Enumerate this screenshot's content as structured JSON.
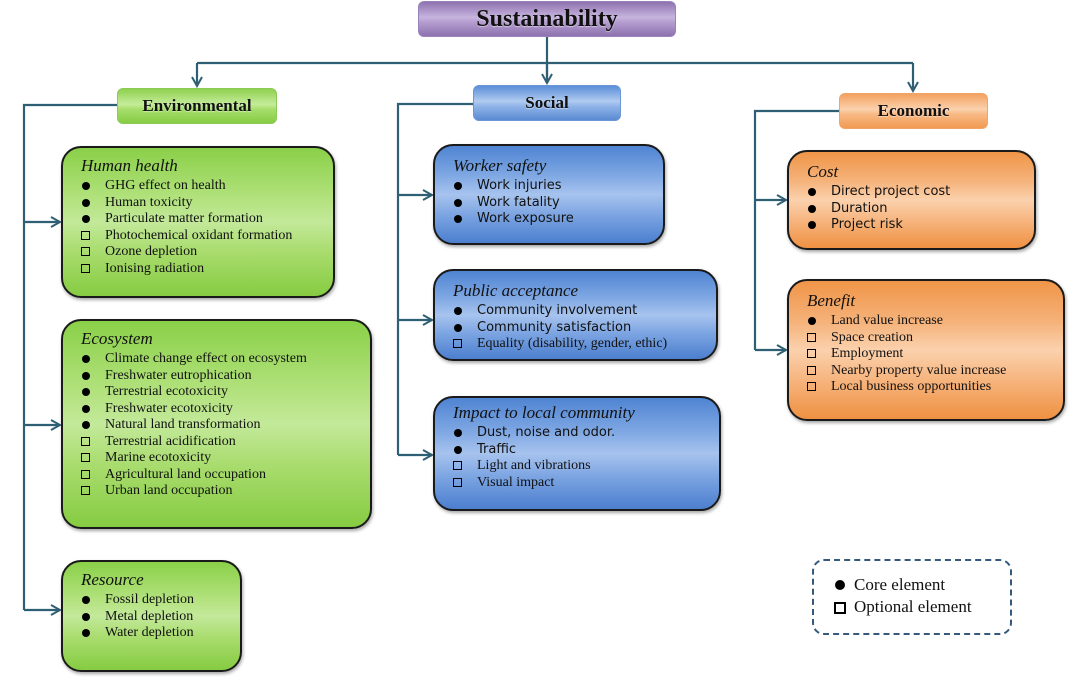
{
  "diagram": {
    "root": {
      "label": "Sustainability",
      "color": "#a88cc8"
    },
    "connector_color": "#2f5f73",
    "categories": [
      {
        "id": "environmental",
        "label": "Environmental",
        "color": "#92d050",
        "groups": [
          {
            "title": "Human health",
            "items": [
              {
                "label": "GHG effect on health",
                "type": "core"
              },
              {
                "label": "Human toxicity",
                "type": "core"
              },
              {
                "label": "Particulate matter formation",
                "type": "core"
              },
              {
                "label": "Photochemical oxidant formation",
                "type": "optional"
              },
              {
                "label": "Ozone depletion",
                "type": "optional"
              },
              {
                "label": "Ionising radiation",
                "type": "optional"
              }
            ]
          },
          {
            "title": "Ecosystem",
            "items": [
              {
                "label": "Climate change effect on ecosystem",
                "type": "core"
              },
              {
                "label": "Freshwater eutrophication",
                "type": "core"
              },
              {
                "label": "Terrestrial ecotoxicity",
                "type": "core"
              },
              {
                "label": "Freshwater ecotoxicity",
                "type": "core"
              },
              {
                "label": "Natural land transformation",
                "type": "core"
              },
              {
                "label": "Terrestrial acidification",
                "type": "optional"
              },
              {
                "label": "Marine ecotoxicity",
                "type": "optional"
              },
              {
                "label": "Agricultural land occupation",
                "type": "optional"
              },
              {
                "label": "Urban land occupation",
                "type": "optional"
              }
            ]
          },
          {
            "title": "Resource",
            "items": [
              {
                "label": "Fossil depletion",
                "type": "core"
              },
              {
                "label": "Metal depletion",
                "type": "core"
              },
              {
                "label": "Water depletion",
                "type": "core"
              }
            ]
          }
        ]
      },
      {
        "id": "social",
        "label": "Social",
        "color": "#5b8fd8",
        "groups": [
          {
            "title": "Worker safety",
            "items": [
              {
                "label": "Work injuries",
                "type": "core"
              },
              {
                "label": "Work fatality",
                "type": "core"
              },
              {
                "label": "Work exposure",
                "type": "core"
              }
            ]
          },
          {
            "title": "Public acceptance",
            "items": [
              {
                "label": "Community involvement",
                "type": "core"
              },
              {
                "label": "Community satisfaction",
                "type": "core"
              },
              {
                "label": "Equality (disability, gender, ethic)",
                "type": "optional"
              }
            ]
          },
          {
            "title": "Impact to local community",
            "items": [
              {
                "label": "Dust, noise and odor.",
                "type": "core"
              },
              {
                "label": "Traffic",
                "type": "core"
              },
              {
                "label": "Light and vibrations",
                "type": "optional"
              },
              {
                "label": "Visual impact",
                "type": "optional"
              }
            ]
          }
        ]
      },
      {
        "id": "economic",
        "label": "Economic",
        "color": "#f4a460",
        "groups": [
          {
            "title": "Cost",
            "items": [
              {
                "label": "Direct project cost",
                "type": "core"
              },
              {
                "label": "Duration",
                "type": "core"
              },
              {
                "label": "Project risk",
                "type": "core"
              }
            ]
          },
          {
            "title": "Benefit",
            "items": [
              {
                "label": "Land value increase",
                "type": "core"
              },
              {
                "label": "Space creation",
                "type": "optional"
              },
              {
                "label": "Employment",
                "type": "optional"
              },
              {
                "label": "Nearby property value increase",
                "type": "optional"
              },
              {
                "label": "Local business opportunities",
                "type": "optional"
              }
            ]
          }
        ]
      }
    ],
    "legend": {
      "core": "Core element",
      "optional": "Optional element"
    }
  }
}
